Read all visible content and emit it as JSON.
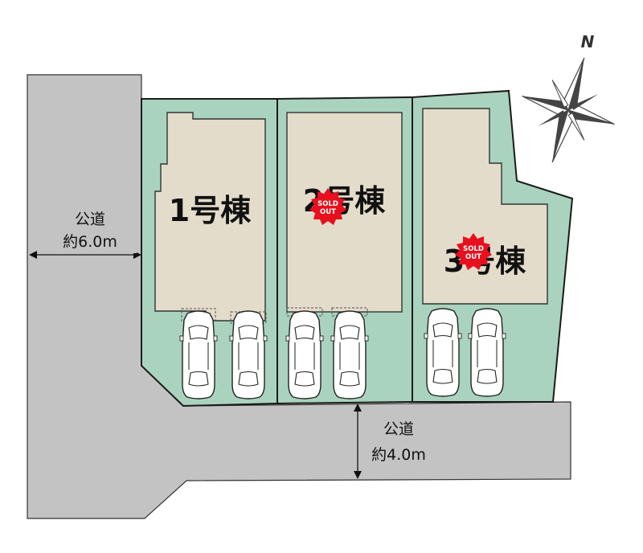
{
  "roads": {
    "west": {
      "label": "公道",
      "width": "約6.0m"
    },
    "south": {
      "label": "公道",
      "width": "約4.0m"
    }
  },
  "lots": [
    {
      "name": "1号棟",
      "sold_out": false
    },
    {
      "name": "2号棟",
      "sold_out": true
    },
    {
      "name": "3号棟",
      "sold_out": true
    }
  ],
  "badge": {
    "line1": "SOLD",
    "line2": "OUT",
    "color": "#e8101e"
  },
  "compass": {
    "label": "N"
  },
  "colors": {
    "road": "#c3c3c3",
    "lot": "#a9d3be",
    "building": "#e4dccb",
    "outline": "#1a1a1a"
  }
}
